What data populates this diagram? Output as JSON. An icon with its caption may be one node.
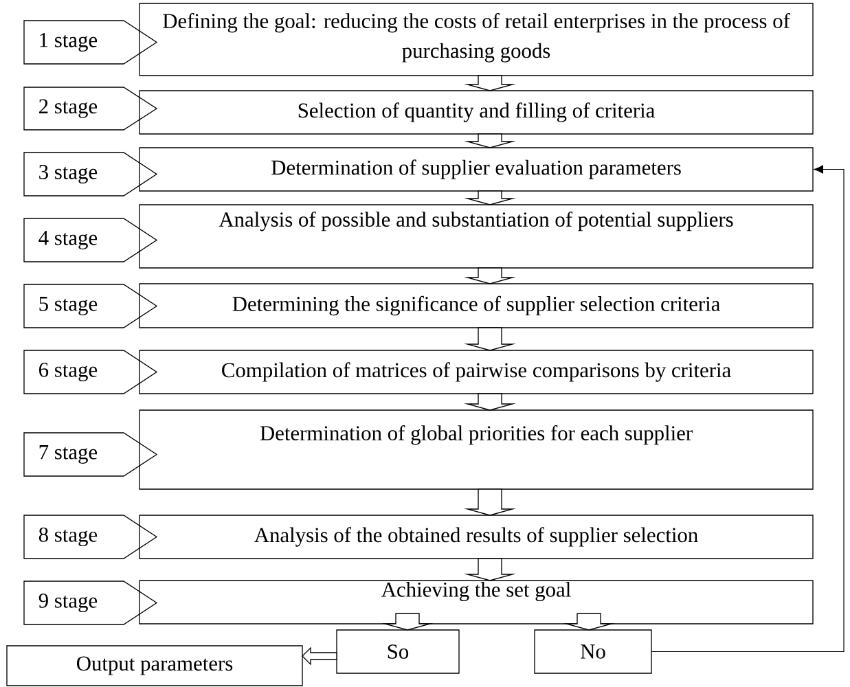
{
  "diagram": {
    "nodes": [
      {
        "text": [
          "1 stage"
        ]
      },
      {
        "text": [
          "Defining the goal: reducing the costs of retail enterprises in the process of purchasing goods"
        ]
      },
      {
        "text": [
          "2 stage"
        ]
      },
      {
        "text": [
          "Selection of quantity and filling of criteria"
        ]
      },
      {
        "text": [
          "3 stage"
        ]
      },
      {
        "text": [
          "Determination of supplier evaluation parameters"
        ]
      },
      {
        "text": [
          "4 stage"
        ]
      },
      {
        "text": [
          "Analysis of possible and substantiation of potential suppliers"
        ]
      },
      {
        "text": [
          "5 stage"
        ]
      },
      {
        "text": [
          "Determining the significance of supplier selection criteria"
        ]
      },
      {
        "text": [
          "6 stage"
        ]
      },
      {
        "text": [
          "Compilation of matrices of pairwise comparisons by criteria"
        ]
      },
      {
        "text": [
          "7 stage"
        ]
      },
      {
        "text": [
          "Determination of global priorities for each supplier"
        ]
      },
      {
        "text": [
          "8 stage"
        ]
      },
      {
        "text": [
          "Analysis of the obtained results of supplier selection"
        ]
      },
      {
        "text": [
          "9 stage"
        ]
      },
      {
        "text": [
          "Achieving the set goal"
        ]
      },
      {
        "text": [
          "So"
        ]
      },
      {
        "text": [
          "No"
        ]
      },
      {
        "text": [
          "Output parameters"
        ]
      }
    ],
    "edges": [
      {
        "from": 1,
        "to": 3,
        "arrow": "to"
      },
      {
        "from": 3,
        "to": 5,
        "arrow": "to"
      },
      {
        "from": 5,
        "to": 7,
        "arrow": "to"
      },
      {
        "from": 7,
        "to": 9,
        "arrow": "to"
      },
      {
        "from": 9,
        "to": 11,
        "arrow": "to"
      },
      {
        "from": 11,
        "to": 13,
        "arrow": "to"
      },
      {
        "from": 13,
        "to": 15,
        "arrow": "to"
      },
      {
        "from": 15,
        "to": 17,
        "arrow": "to"
      },
      {
        "from": 17,
        "to": 18,
        "arrow": "to"
      },
      {
        "from": 17,
        "to": 19,
        "arrow": "to"
      },
      {
        "from": 18,
        "to": 20,
        "arrow": "to"
      },
      {
        "from": 19,
        "to": 5,
        "arrow": "to"
      }
    ]
  }
}
